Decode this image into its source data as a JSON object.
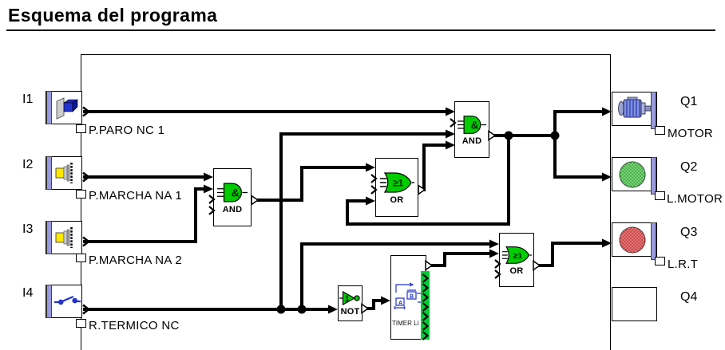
{
  "title": "Esquema del programa",
  "io": {
    "inputs": [
      {
        "id": "I1",
        "label": "P.PARO NC 1"
      },
      {
        "id": "I2",
        "label": "P.MARCHA NA 1"
      },
      {
        "id": "I3",
        "label": "P.MARCHA NA 2"
      },
      {
        "id": "I4",
        "label": "R.TERMICO NC"
      }
    ],
    "outputs": [
      {
        "id": "Q1",
        "label": "MOTOR"
      },
      {
        "id": "Q2",
        "label": "L.MOTOR"
      },
      {
        "id": "Q3",
        "label": "L.R.T"
      },
      {
        "id": "Q4",
        "label": ""
      }
    ]
  },
  "gates": {
    "and1": {
      "symbol": "&",
      "label": "AND"
    },
    "or1": {
      "symbol": "≥1",
      "label": "OR"
    },
    "and2": {
      "symbol": "&",
      "label": "AND"
    },
    "not1": {
      "symbol": "1",
      "label": "NOT"
    },
    "timer": {
      "label": "TIMER Li",
      "pulse_a": "A",
      "pulse_b": "B"
    },
    "or2": {
      "symbol": "≥1",
      "label": "OR"
    }
  },
  "colors": {
    "gate_green": "#00CC00",
    "io_rail_purple": "#9999DD",
    "lamp_green": "#8FE08F",
    "lamp_red": "#F08080",
    "button_blue": "#2233CC",
    "button_yellow": "#FFE800",
    "timer_blue": "#2233CC",
    "timer_strip_green": "#00CC33",
    "wire_black": "#000000"
  }
}
